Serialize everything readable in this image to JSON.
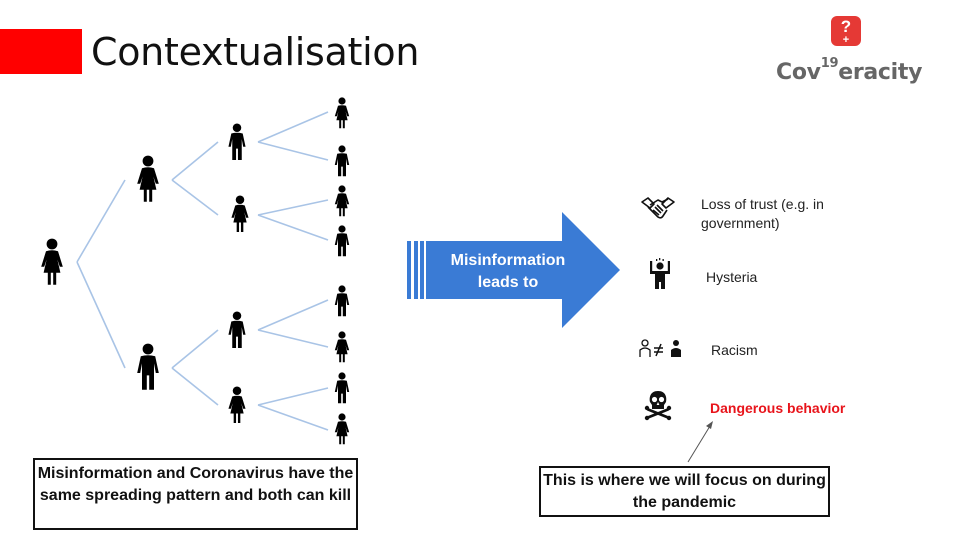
{
  "slide": {
    "title": "Contextualisation",
    "logo": {
      "text_main": "Cov",
      "text_sup": "19",
      "text_end": "eracity",
      "badge_icon": "question-plus-icon"
    },
    "arrow_text": "Misinformation leads to",
    "left_box_text": "Misinformation and Coronavirus have the same spreading pattern and both can kill",
    "right_box_text": "This is where we will focus on during the pandemic",
    "effects": [
      {
        "label": "Loss of trust (e.g. in government)",
        "icon": "handshake-icon"
      },
      {
        "label": "Hysteria",
        "icon": "panicking-person-icon"
      },
      {
        "label": "Racism",
        "icon": "person-not-equal-person-icon"
      },
      {
        "label": "Dangerous behavior",
        "icon": "skull-crossbones-icon"
      }
    ]
  },
  "colors": {
    "accent_red": "#ff0000",
    "arrow_blue": "#3a7bd5",
    "line_blue": "#a9c4e6",
    "danger_text": "#e8141b"
  }
}
